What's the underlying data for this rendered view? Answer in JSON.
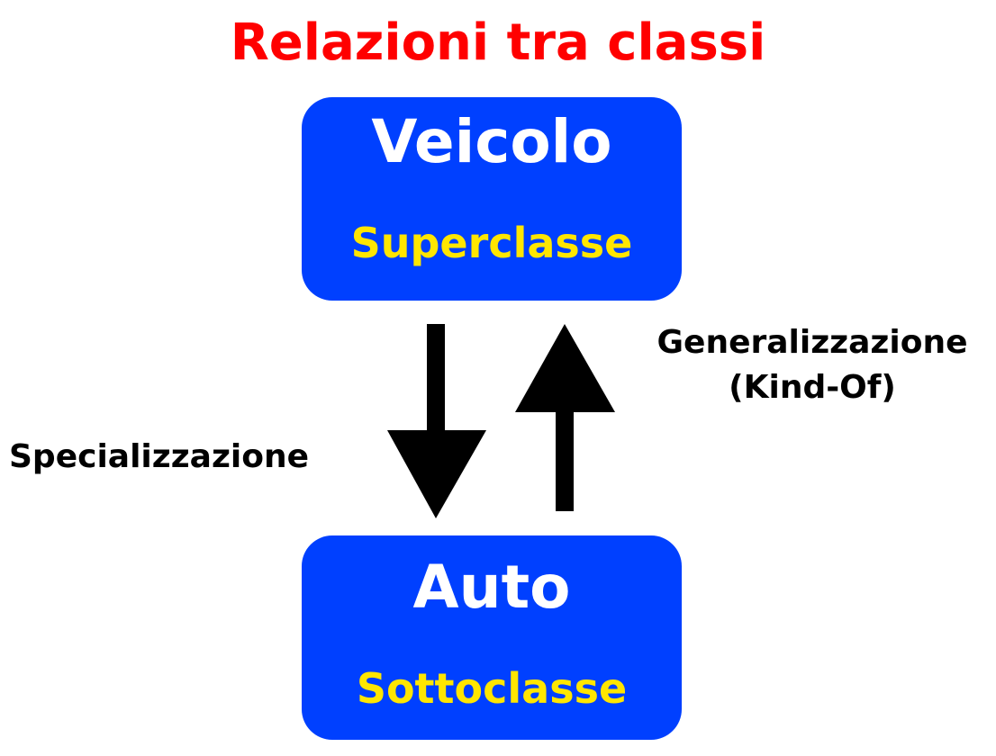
{
  "title": "Relazioni tra classi",
  "superclass": {
    "name": "Veicolo",
    "role": "Superclasse"
  },
  "subclass": {
    "name": "Auto",
    "role": "Sottoclasse"
  },
  "relations": {
    "specialization": "Specializzazione",
    "generalization": {
      "line1": "Generalizzazione",
      "line2": "(Kind-Of)"
    }
  },
  "colors": {
    "title": "#ff0000",
    "box_fill": "#0040ff",
    "class_name": "#ffffff",
    "class_role": "#ffe600",
    "arrows": "#000000"
  }
}
